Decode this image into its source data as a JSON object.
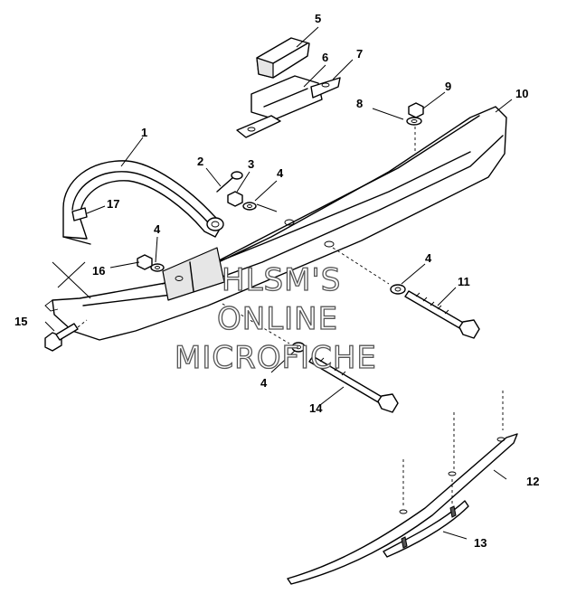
{
  "diagram": {
    "callouts": [
      "1",
      "2",
      "3",
      "4",
      "4",
      "4",
      "4",
      "5",
      "6",
      "7",
      "8",
      "9",
      "10",
      "11",
      "12",
      "13",
      "14",
      "15",
      "16",
      "17"
    ],
    "watermark": [
      "HLSM'S",
      "ONLINE",
      "MICROFICHE"
    ]
  }
}
